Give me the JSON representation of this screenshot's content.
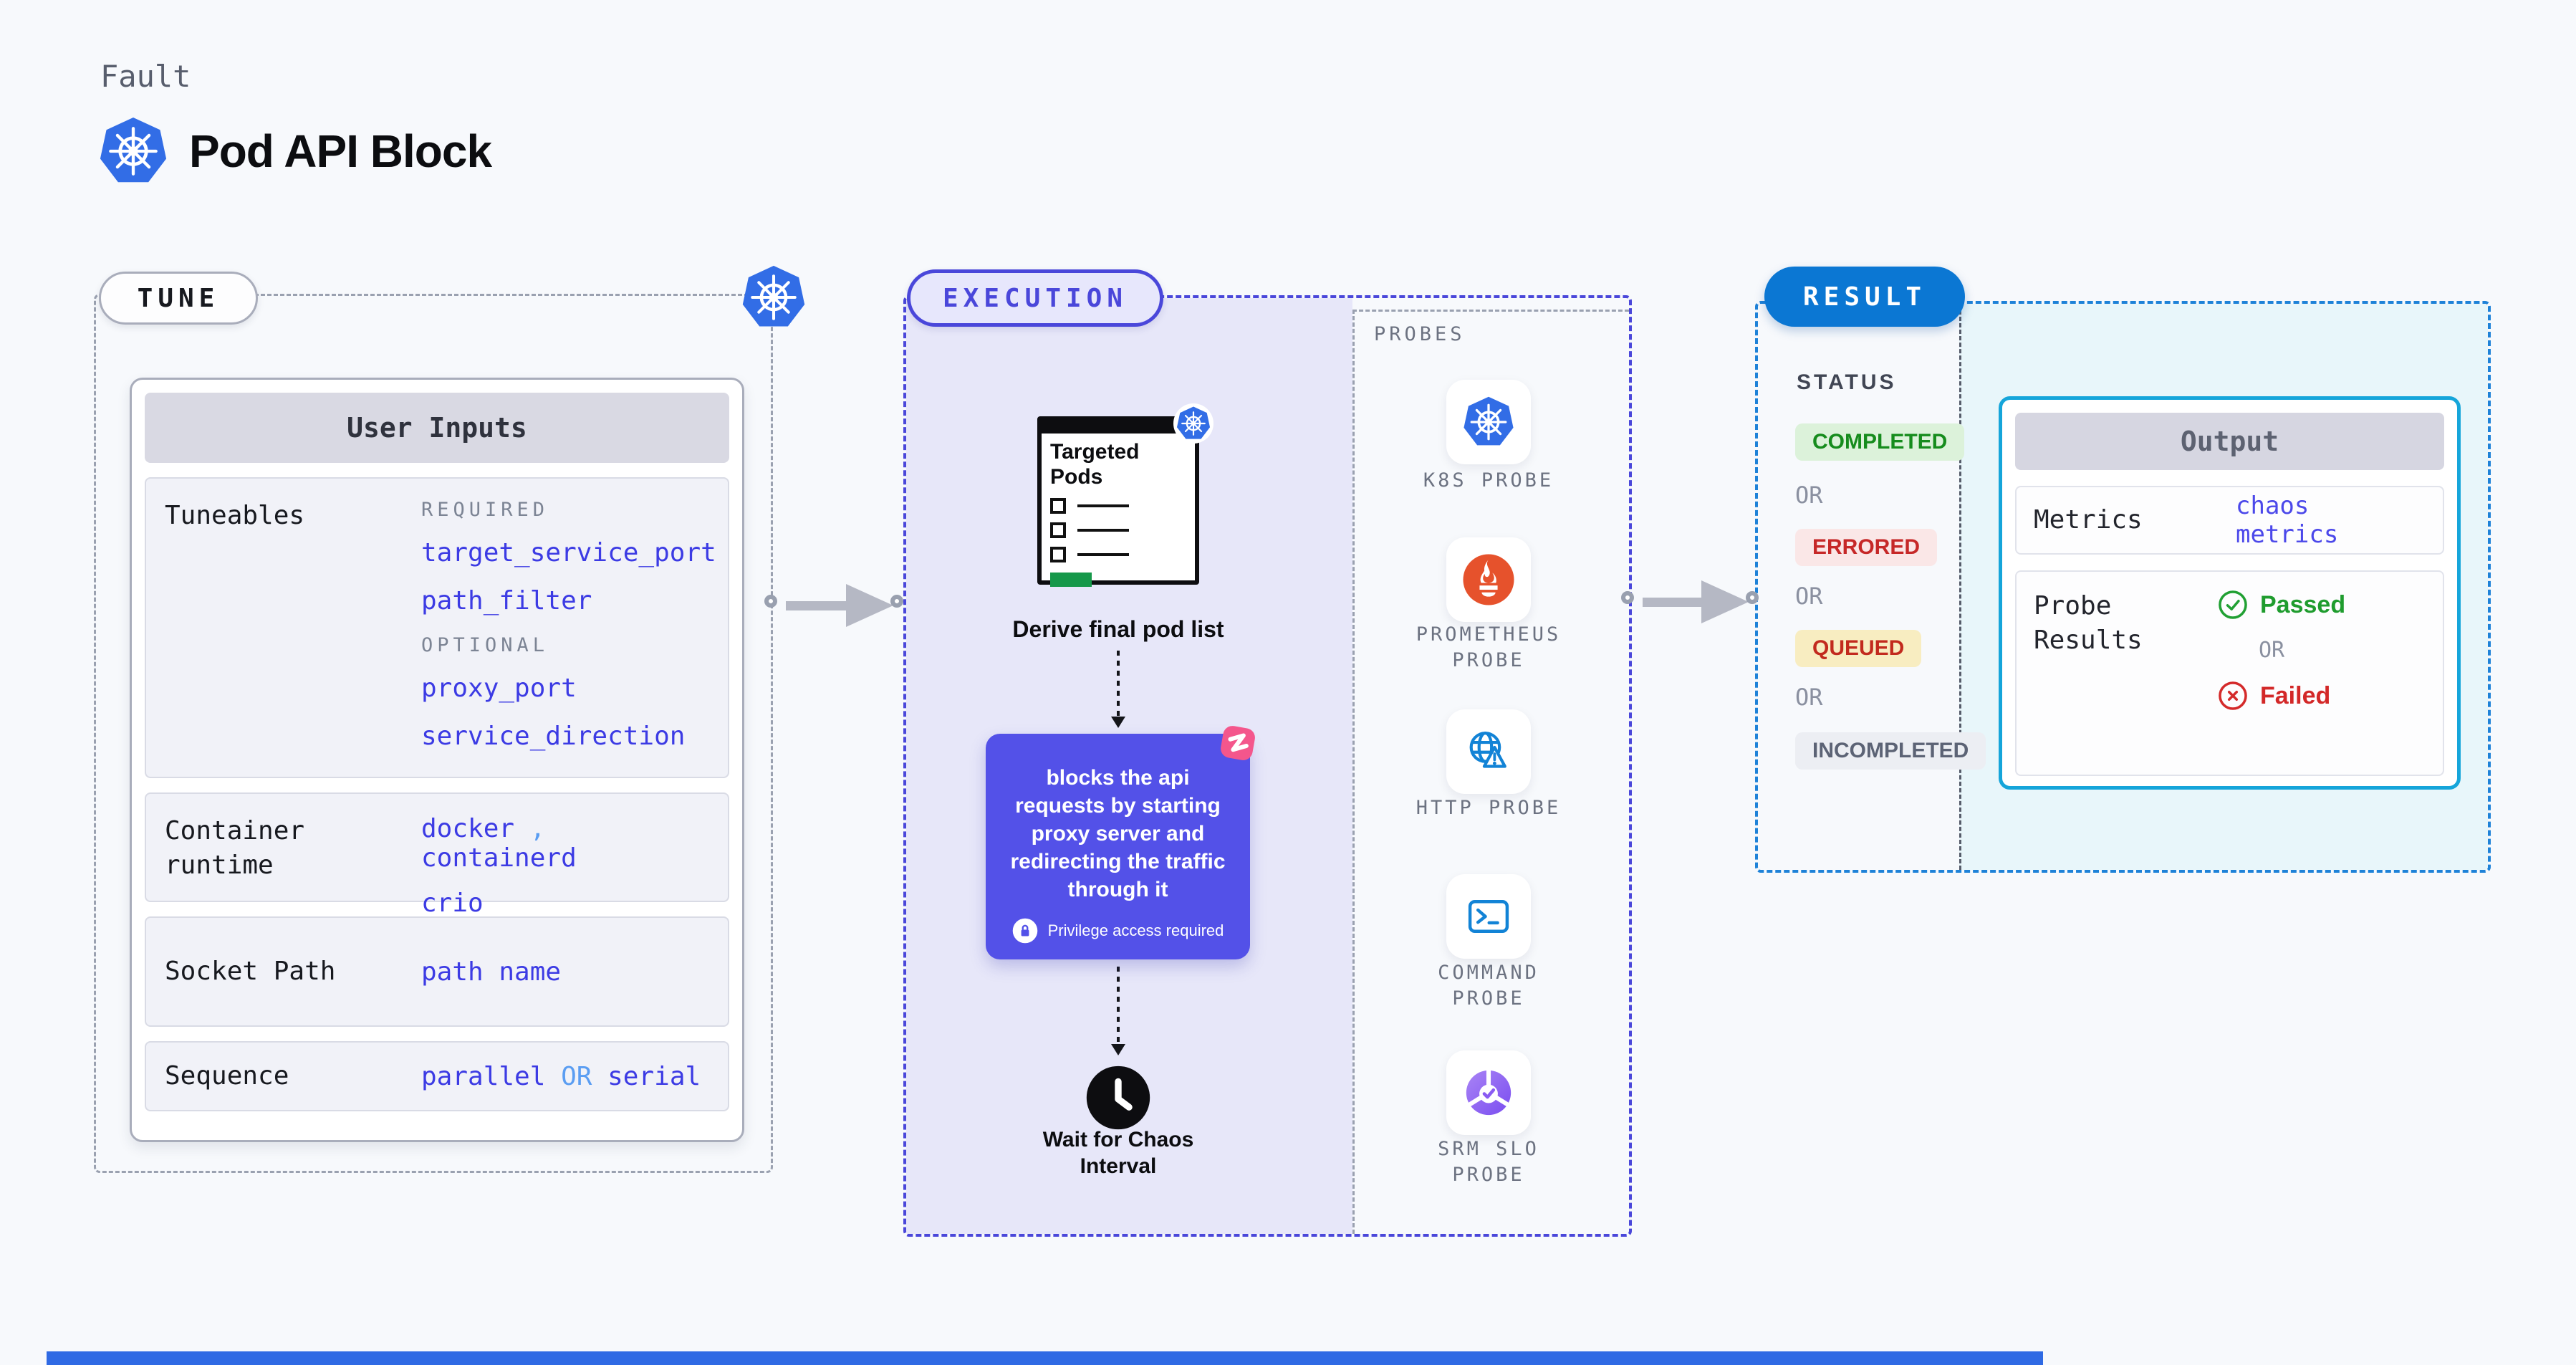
{
  "header": {
    "fault_label": "Fault",
    "title": "Pod API Block"
  },
  "colors": {
    "k8s_blue": "#326de6",
    "indigo_accent": "#4a47da",
    "result_blue": "#0b77d3",
    "output_cyan": "#15a5da",
    "note_purple": "#5351e8",
    "passed_green": "#1f9c2e",
    "failed_red": "#d32828",
    "prometheus_orange": "#e6522c",
    "harness_pink": "#f4568c"
  },
  "tune": {
    "badge": "TUNE",
    "card_title": "User Inputs",
    "tuneables": {
      "label": "Tuneables",
      "required_heading": "REQUIRED",
      "required_items": [
        "target_service_port",
        "path_filter"
      ],
      "optional_heading": "OPTIONAL",
      "optional_items": [
        "proxy_port",
        "service_direction"
      ]
    },
    "container_runtime": {
      "label": "Container runtime",
      "value_a": "docker",
      "comma": ",",
      "value_b": "containerd",
      "value_c": "crio"
    },
    "socket_path": {
      "label": "Socket Path",
      "value": "path name"
    },
    "sequence": {
      "label": "Sequence",
      "value_a": "parallel",
      "or": "OR",
      "value_b": "serial"
    }
  },
  "execution": {
    "badge": "EXECUTION",
    "targeted_pods_title": "Targeted Pods",
    "derive_label": "Derive final pod list",
    "note_text": "blocks the api requests by starting proxy server and redirecting the traffic through it",
    "privilege_label": "Privilege access required",
    "wait_label": "Wait for Chaos Interval"
  },
  "probes": {
    "heading": "PROBES",
    "items": [
      {
        "label": "K8S PROBE",
        "icon": "kubernetes-icon"
      },
      {
        "label": "PROMETHEUS PROBE",
        "icon": "prometheus-icon"
      },
      {
        "label": "HTTP PROBE",
        "icon": "globe-warning-icon"
      },
      {
        "label": "COMMAND PROBE",
        "icon": "terminal-icon"
      },
      {
        "label": "SRM SLO PROBE",
        "icon": "slo-pie-icon"
      }
    ]
  },
  "result": {
    "badge": "RESULT",
    "status_heading": "STATUS",
    "or_label": "OR",
    "statuses": [
      {
        "label": "COMPLETED"
      },
      {
        "label": "ERRORED"
      },
      {
        "label": "QUEUED"
      },
      {
        "label": "INCOMPLETED"
      }
    ],
    "output": {
      "title": "Output",
      "metrics_label": "Metrics",
      "metrics_value": "chaos metrics",
      "probe_results_label": "Probe Results",
      "passed_label": "Passed",
      "or_label": "OR",
      "failed_label": "Failed"
    }
  }
}
